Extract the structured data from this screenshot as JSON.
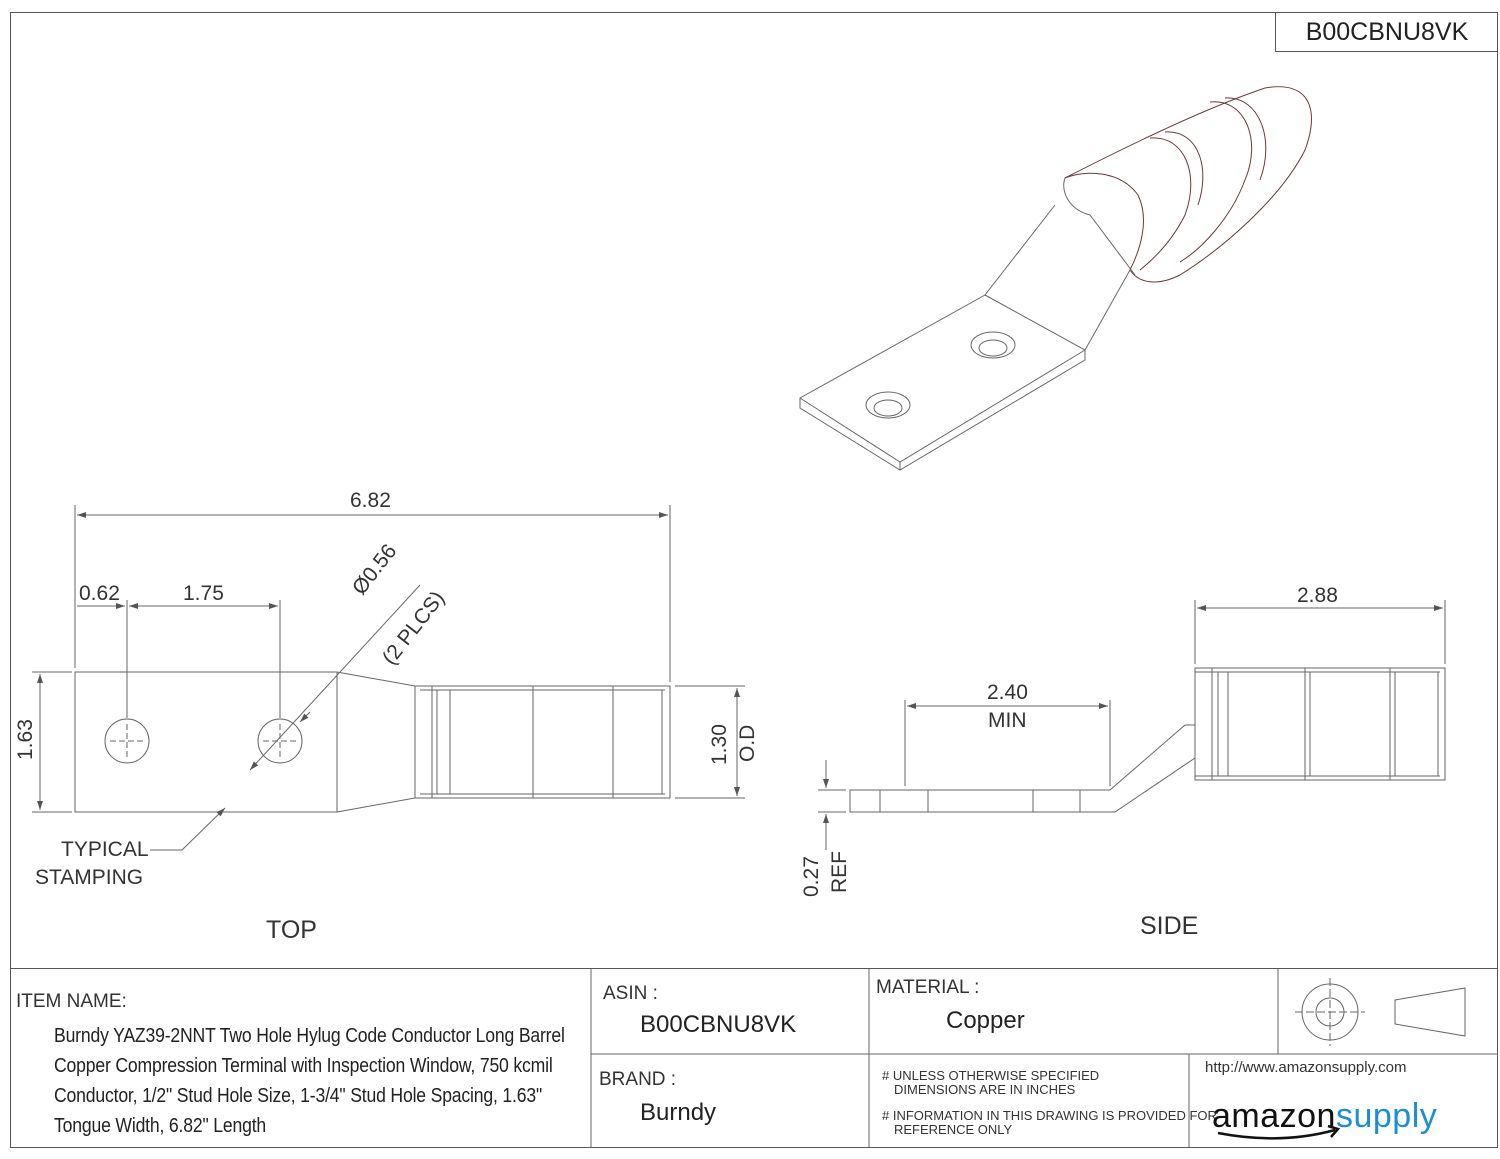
{
  "header": {
    "asin_box": "B00CBNU8VK"
  },
  "top_view": {
    "title": "TOP",
    "dims": {
      "overall_length": "6.82",
      "edge_to_hole": "0.62",
      "hole_spacing": "1.75",
      "hole_diameter": "Ø0.56",
      "hole_count": "(2 PLCS)",
      "tongue_width": "1.63",
      "barrel_od": "1.30",
      "barrel_od_suffix": "O.D"
    },
    "stamping_line1": "TYPICAL",
    "stamping_line2": "STAMPING"
  },
  "side_view": {
    "title": "SIDE",
    "dims": {
      "barrel_length": "2.88",
      "min_length": "2.40",
      "min_label": "MIN",
      "thickness": "0.27",
      "thickness_ref": "REF"
    }
  },
  "title_block": {
    "item_name_label": "ITEM NAME:",
    "item_name": "Burndy YAZ39-2NNT Two Hole Hylug Code Conductor Long Barrel Copper Compression Terminal with Inspection Window, 750 kcmil Conductor, 1/2\" Stud Hole Size, 1-3/4\" Stud Hole Spacing, 1.63\" Tongue Width, 6.82\" Length",
    "asin_label": "ASIN :",
    "asin_value": "B00CBNU8VK",
    "brand_label": "BRAND :",
    "brand_value": "Burndy",
    "material_label": "MATERIAL :",
    "material_value": "Copper",
    "note1_line1": "# UNLESS OTHERWISE SPECIFIED",
    "note1_line2": "DIMENSIONS ARE IN INCHES",
    "note2_line1": "# INFORMATION IN THIS DRAWING IS PROVIDED FOR",
    "note2_line2": "REFERENCE ONLY",
    "url": "http://www.amazonsupply.com",
    "logo_part1": "amazon",
    "logo_part2": "supply"
  }
}
